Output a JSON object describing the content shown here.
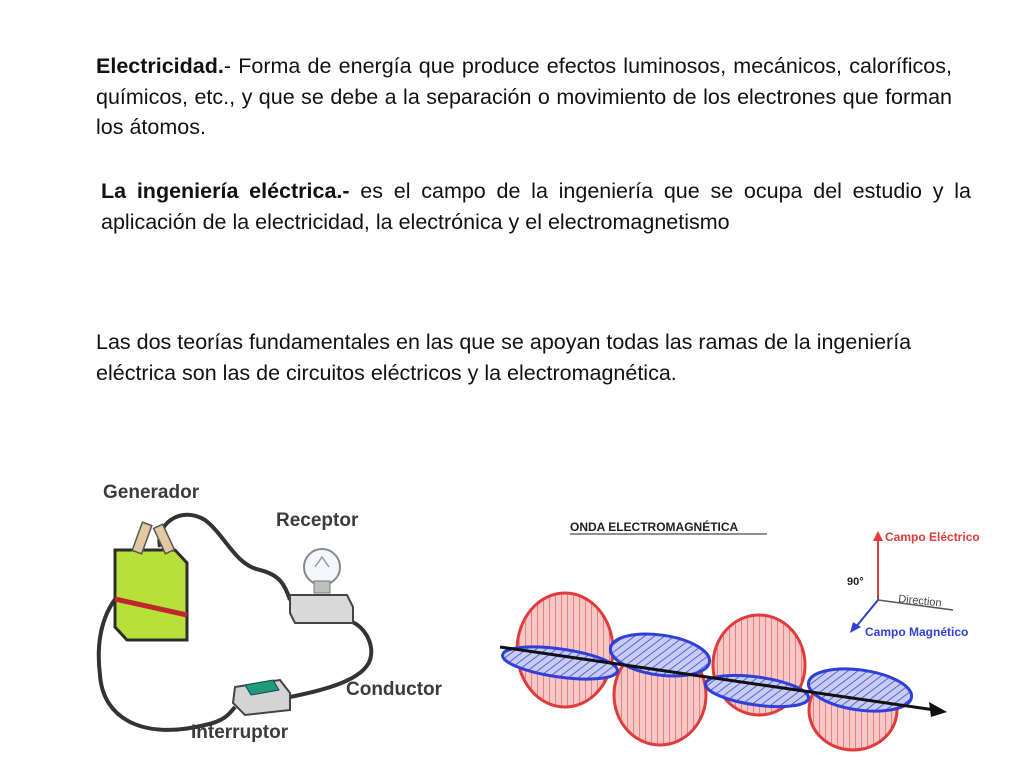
{
  "paragraphs": {
    "electricity": {
      "term": "Electricidad.",
      "text": "- Forma de energía que produce efectos luminosos, mecánicos, caloríficos, químicos, etc., y que se debe a la separación o movimiento de los electrones que forman los átomos."
    },
    "engineering": {
      "term": "La ingeniería eléctrica.-",
      "text": " es el campo de la ingeniería que se ocupa del estudio y la aplicación de la electricidad, la electrónica y el electromagnetismo"
    },
    "theories": {
      "text": "Las dos teorías fundamentales en las que se apoyan todas las ramas de la ingeniería eléctrica son las de circuitos eléctricos y la electromagnética."
    }
  },
  "circuit": {
    "generator": "Generador",
    "receptor": "Receptor",
    "conductor": "Conductor",
    "switch": "Interruptor"
  },
  "wave": {
    "title": "ONDA ELECTROMAGNÉTICA",
    "electric_field": "Campo Eléctrico",
    "magnetic_field": "Campo Magnético",
    "direction": "Direction",
    "angle": "90°",
    "colors": {
      "electric": "#e23a3a",
      "magnetic": "#2f3fd8",
      "electric_fill": "#f6c7c7",
      "magnetic_fill": "#c9ccf2"
    }
  }
}
